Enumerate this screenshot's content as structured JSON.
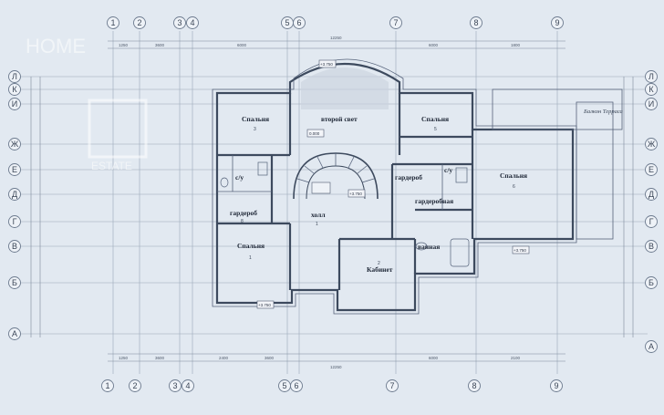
{
  "plan": {
    "col_axes": [
      {
        "label": "1",
        "key": "c1"
      },
      {
        "label": "2",
        "key": "c2"
      },
      {
        "label": "3",
        "key": "c3"
      },
      {
        "label": "4",
        "key": "c4"
      },
      {
        "label": "5",
        "key": "c5"
      },
      {
        "label": "6",
        "key": "c6"
      },
      {
        "label": "7",
        "key": "c7"
      },
      {
        "label": "8",
        "key": "c8"
      },
      {
        "label": "9",
        "key": "c9"
      }
    ],
    "row_axes": [
      {
        "label": "Л"
      },
      {
        "label": "К"
      },
      {
        "label": "И"
      },
      {
        "label": "Ж"
      },
      {
        "label": "Е"
      },
      {
        "label": "Д"
      },
      {
        "label": "Г"
      },
      {
        "label": "В"
      },
      {
        "label": "Б"
      },
      {
        "label": "А"
      }
    ],
    "rooms": [
      {
        "name": "Спальня",
        "num": "3"
      },
      {
        "name": "второй свет",
        "num": "0.000"
      },
      {
        "name": "Спальня",
        "num": "5"
      },
      {
        "name": "Спальня",
        "num": "6"
      },
      {
        "name": "с/у",
        "num": ""
      },
      {
        "name": "гардероб",
        "num": "8"
      },
      {
        "name": "Спальня",
        "num": "1"
      },
      {
        "name": "холл",
        "num": "1"
      },
      {
        "name": "гардероб",
        "num": ""
      },
      {
        "name": "с/у",
        "num": ""
      },
      {
        "name": "гардеробная",
        "num": ""
      },
      {
        "name": "ванная",
        "num": ""
      },
      {
        "name": "Кабинет",
        "num": "2"
      }
    ],
    "top_dims": [
      "1250",
      "3600",
      "6000",
      "6000",
      "1800",
      "12250"
    ],
    "bottom_dims": [
      "1250",
      "3600",
      "2400",
      "3600",
      "6000",
      "2100",
      "12250"
    ],
    "level_marks": [
      "+3.750",
      "+3.750",
      "+3.750",
      "+3.750"
    ],
    "handwritten_note": "Балкон Терраса",
    "watermark_line1": "HOME",
    "watermark_line2": "ESTATE",
    "colors": {
      "paper": "#dfe6ef",
      "ink": "#3d4a5e"
    }
  }
}
